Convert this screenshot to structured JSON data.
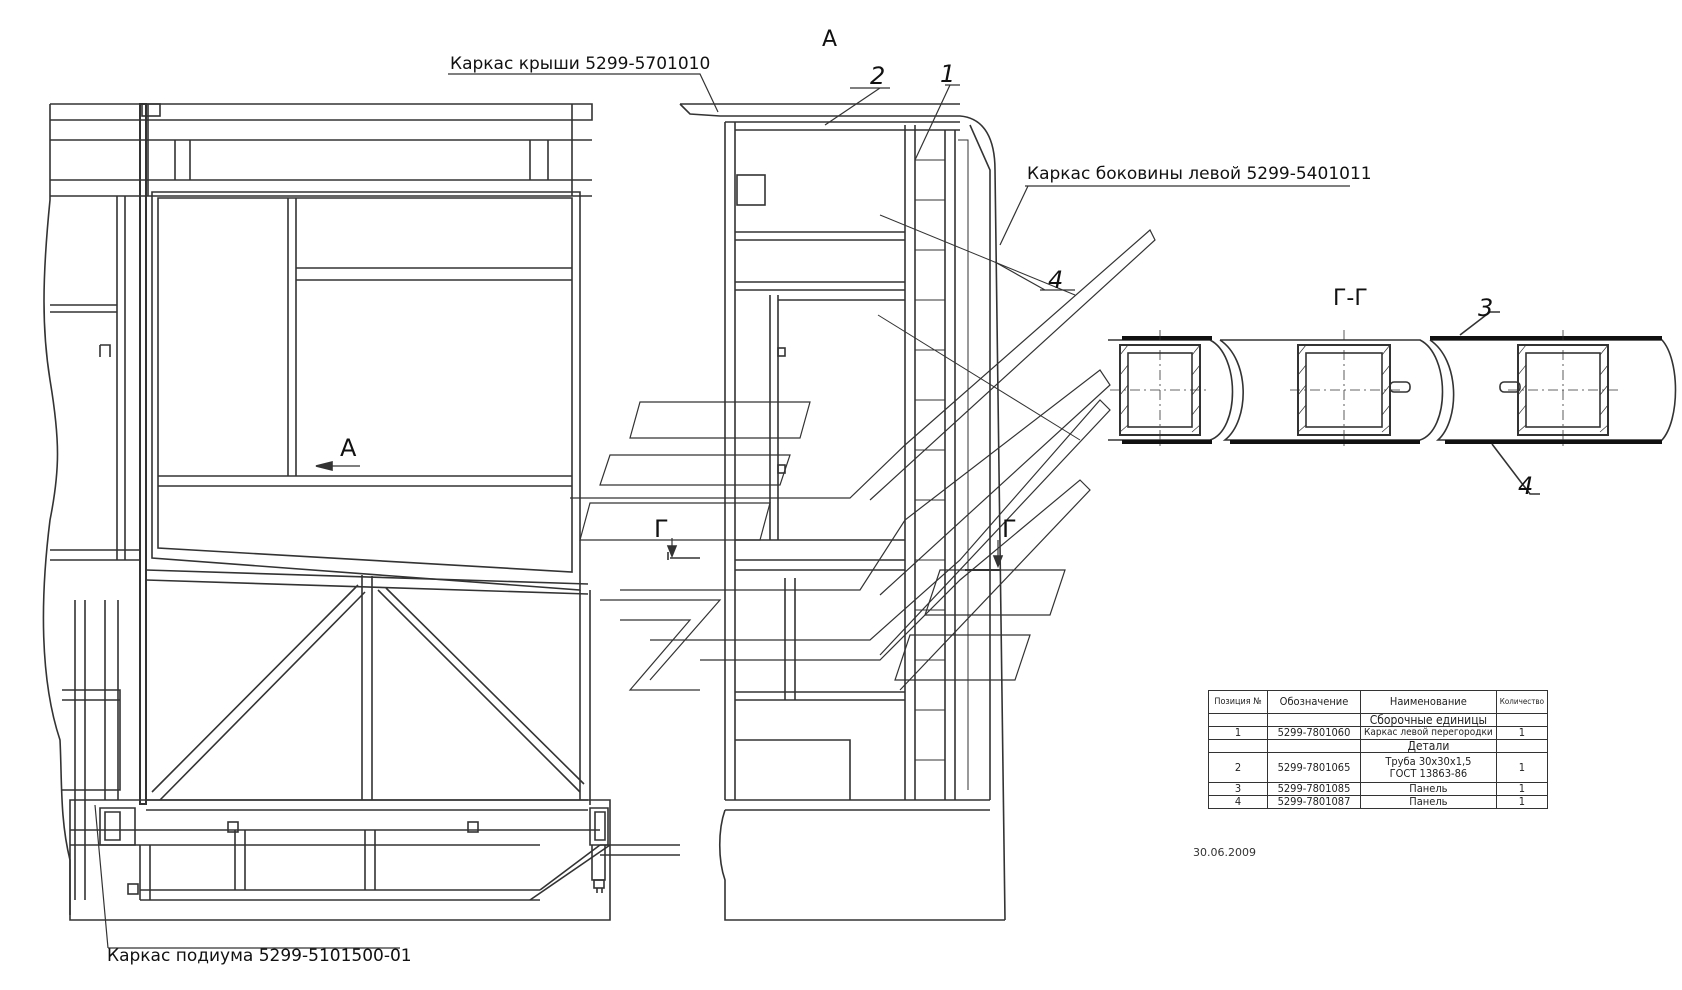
{
  "labels": {
    "view_title": "А",
    "roof_frame": "Каркас крыши 5299-5701010",
    "left_side_frame": "Каркас боковины левой 5299-5401011",
    "podium_frame": "Каркас подиума 5299-5101500-01",
    "section_title": "Г-Г",
    "view_arrow": "А",
    "section_mark_left": "Г",
    "section_mark_right": "Г",
    "callouts": [
      "1",
      "2",
      "3",
      "4",
      "4"
    ]
  },
  "spec_table": {
    "headers": [
      "Позиция №",
      "Обозначение",
      "Наименование",
      "Количество"
    ],
    "sections": [
      {
        "title": "Сборочные единицы",
        "rows": [
          {
            "pos": "1",
            "code": "5299-7801060",
            "name": "Каркас левой перегородки",
            "qty": "1"
          }
        ]
      },
      {
        "title": "Детали",
        "rows": [
          {
            "pos": "2",
            "code": "5299-7801065",
            "name": "Труба 30х30х1,5",
            "name2": "ГОСТ 13863-86",
            "qty": "1"
          },
          {
            "pos": "3",
            "code": "5299-7801085",
            "name": "Панель",
            "qty": "1"
          },
          {
            "pos": "4",
            "code": "5299-7801087",
            "name": "Панель",
            "qty": "1"
          }
        ]
      }
    ]
  },
  "date": "30.06.2009",
  "colors": {
    "line": "#333333",
    "background": "#ffffff"
  }
}
